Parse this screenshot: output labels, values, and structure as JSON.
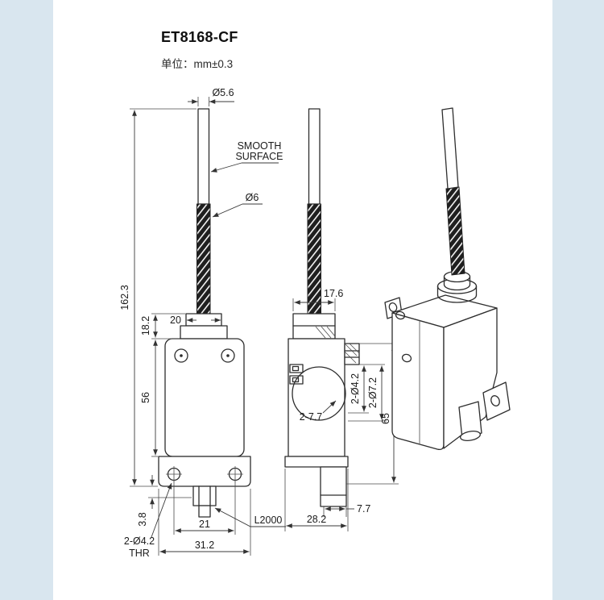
{
  "header": {
    "title": "ET8168-CF",
    "subtitle": "单位：mm±0.3"
  },
  "colors": {
    "margin_background": "#d9e6ef",
    "paper": "#ffffff",
    "line": "#2d2d2d"
  },
  "front_view": {
    "rod_diameter": "Ø5.6",
    "smooth_surface": [
      "SMOOTH",
      "SURFACE"
    ],
    "spring_diameter": "Ø6",
    "cap_width": "20",
    "total_height": "162.3",
    "cap_height": "18.2",
    "body_height": "56",
    "flange_thickness": "3.8",
    "hole_spacing": "21",
    "flange_width": "31.2",
    "mount_holes": "2-Ø4.2",
    "mount_holes_thread": "THR",
    "cable_length": "L2000"
  },
  "side_view": {
    "head_width": "17.6",
    "slot_width": "2-7.7",
    "hole_diameter": "2-Ø4.2",
    "counterbore_diameter": "2-Ø7.2",
    "hole_spacing": "65",
    "step_width": "7.7",
    "body_width": "28.2"
  }
}
